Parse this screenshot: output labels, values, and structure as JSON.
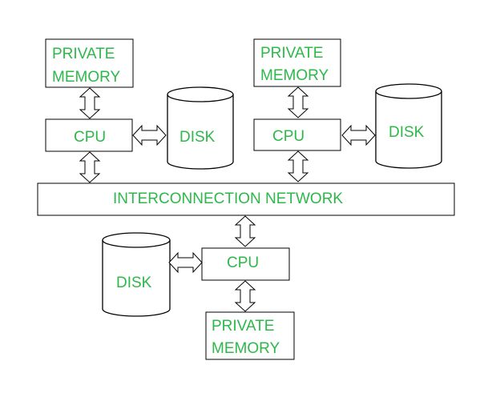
{
  "colors": {
    "label": "#2eb84a",
    "stroke": "#000000",
    "background": "#ffffff"
  },
  "nodes": {
    "mem_left": [
      "PRIVATE",
      "MEMORY"
    ],
    "mem_right": [
      "PRIVATE",
      "MEMORY"
    ],
    "mem_bottom": [
      "PRIVATE",
      "MEMORY"
    ],
    "cpu_left": "CPU",
    "cpu_right": "CPU",
    "cpu_bottom": "CPU",
    "disk_left": "DISK",
    "disk_right": "DISK",
    "disk_bottom": "DISK",
    "network": "INTERCONNECTION NETWORK"
  }
}
